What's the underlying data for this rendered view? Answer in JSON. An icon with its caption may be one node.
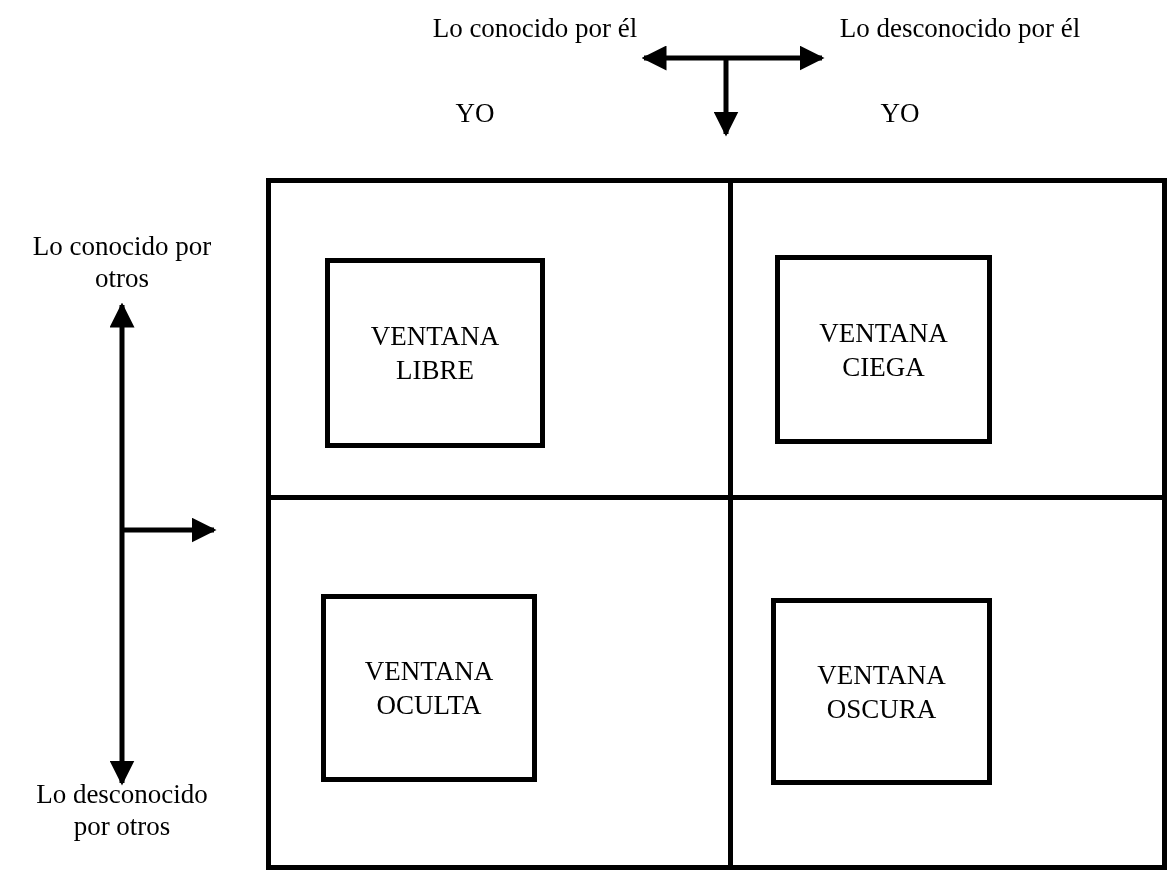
{
  "diagram": {
    "nodes": [
      {
        "text": [],
        "shape": "box"
      },
      {
        "text": [
          "VENTANA LIBRE"
        ],
        "in": 0
      },
      {
        "text": [],
        "shape": "box"
      },
      {
        "text": [
          "VENTANA CIEGA"
        ],
        "in": 2
      },
      {
        "text": [],
        "shape": "box"
      },
      {
        "text": [
          "VENTANA OCULTA"
        ],
        "in": 4
      },
      {
        "text": [],
        "shape": "box"
      },
      {
        "text": [
          "VENTANA OSCURA"
        ],
        "in": 6
      }
    ],
    "labels": [
      "Lo conocido por él",
      "Lo desconocido por él",
      "YO",
      "YO",
      "Lo conocido por otros",
      "Lo desconocido por otros"
    ]
  }
}
